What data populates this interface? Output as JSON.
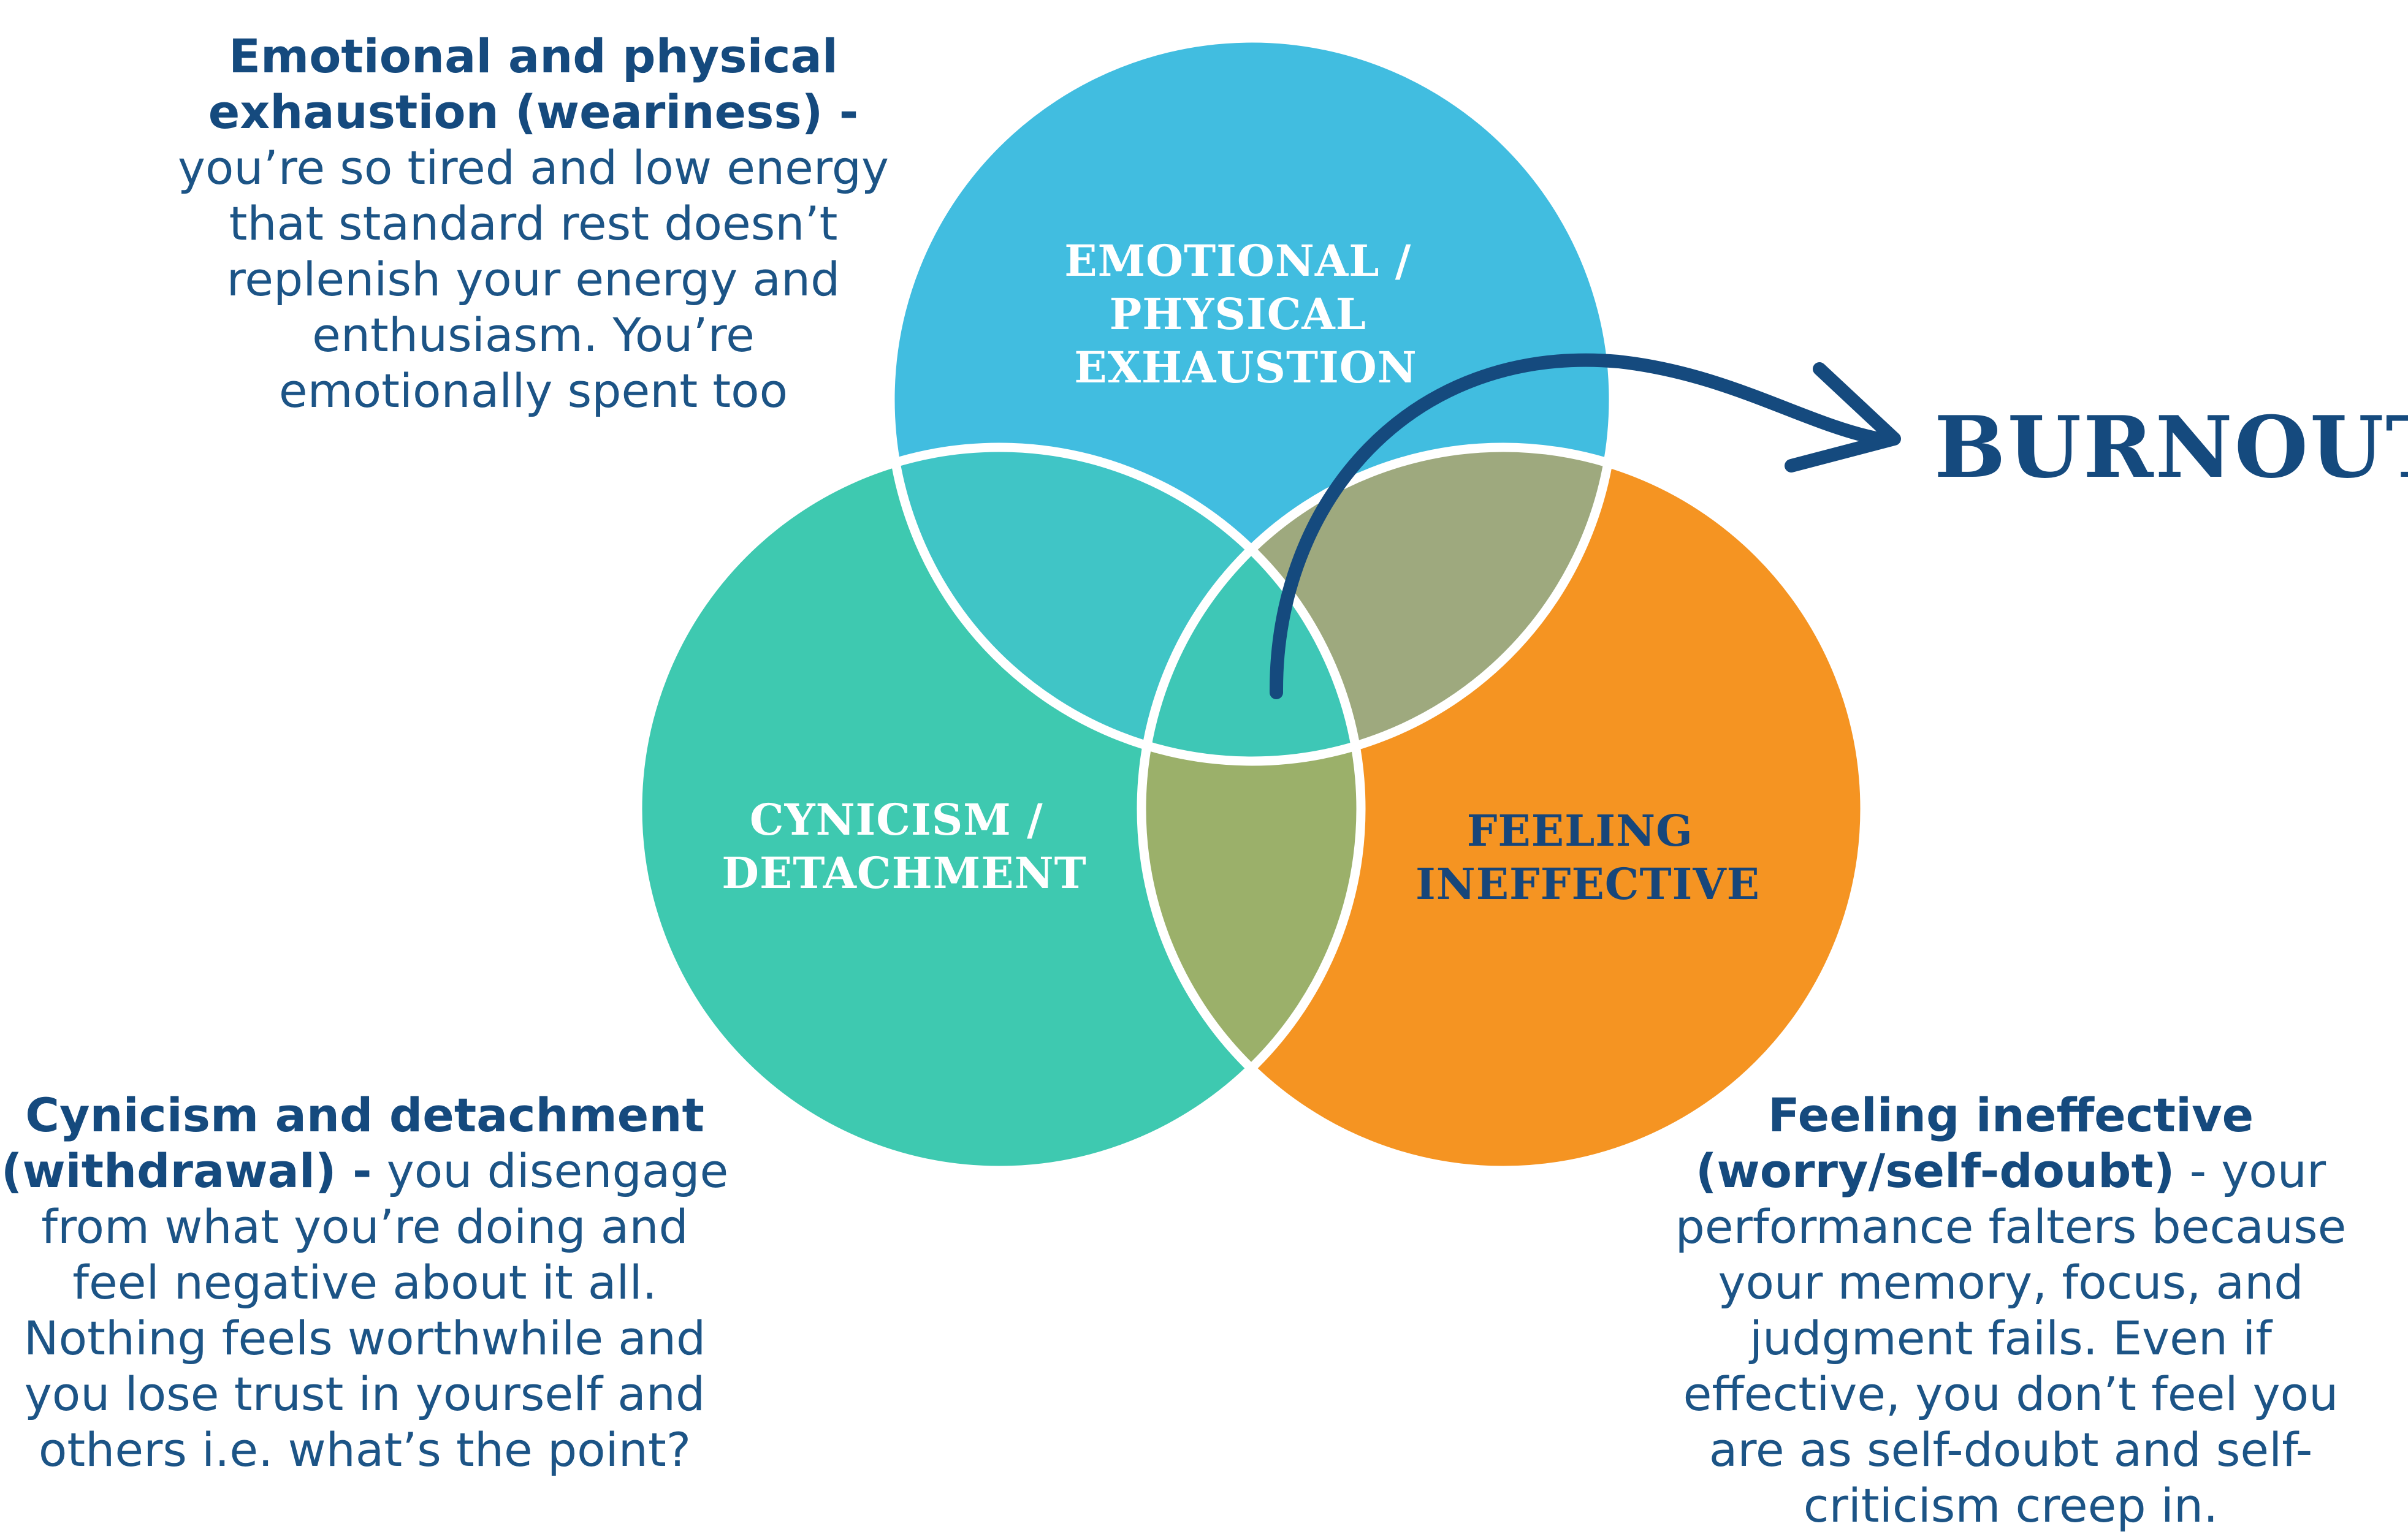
{
  "venn": {
    "exhaustion": {
      "lines": [
        "EMOTIONAL /",
        "PHYSICAL",
        "EXHAUSTION"
      ],
      "color": "#41bde0",
      "text_color": "#ffffff"
    },
    "cynicism": {
      "lines": [
        "CYNICISM /",
        "DETACHMENT"
      ],
      "color": "#3ec9b0",
      "text_color": "#ffffff"
    },
    "ineffective": {
      "lines": [
        "FEELING",
        "INEFFECTIVE"
      ],
      "color": "#f59422",
      "text_color": "#17467a"
    },
    "overlaps": {
      "exhaustion_cynicism": "#40c5c6",
      "exhaustion_ineffective": "#9ea97e",
      "cynicism_ineffective": "#9bb06a",
      "center": "#3ec7b6"
    },
    "outline_color": "#ffffff",
    "arrow_color": "#154a7e"
  },
  "burnout": {
    "label": "BURNOUT",
    "color": "#154a7e"
  },
  "descriptions": {
    "exhaustion": {
      "head_lines": [
        "Emotional and physical",
        "exhaustion (weariness) -"
      ],
      "body_lines": [
        "you’re so tired and low energy",
        "that standard rest doesn’t",
        "replenish your energy and",
        "enthusiasm. You’re",
        "emotionally spent too"
      ]
    },
    "cynicism": {
      "line1": "Cynicism and detachment",
      "line2_head": "(withdrawal) -",
      "line2_body": " you disengage",
      "body_lines": [
        "from what you’re doing and",
        "feel negative about it all.",
        "Nothing feels worthwhile and",
        "you lose trust in yourself and",
        "others i.e. what’s the point?"
      ]
    },
    "ineffective": {
      "line1": "Feeling ineffective",
      "line2_head": "(worry/self-doubt)",
      "line2_body": " - your",
      "body_lines": [
        "performance falters because",
        "your memory, focus, and",
        "judgment fails. Even if",
        "effective, you don’t feel you",
        "are as self-doubt and self-",
        "criticism creep in."
      ]
    }
  }
}
